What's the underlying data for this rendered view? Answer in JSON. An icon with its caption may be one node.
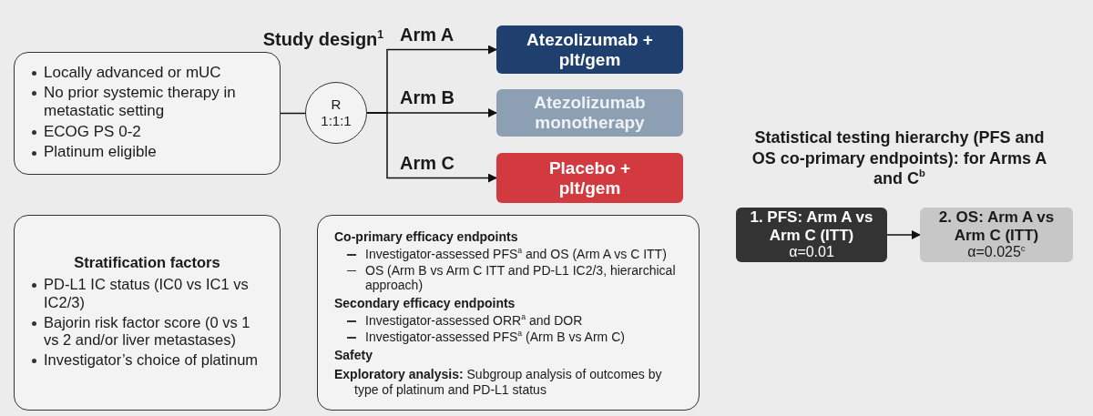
{
  "diagram": {
    "title": "Study design$^{1}$",
    "nodes": [
      {
        "text": [
          "Locally advanced or mUC",
          "No prior systemic therapy in metastatic setting",
          "ECOG PS 0-2",
          "Platinum eligible"
        ]
      },
      {
        "text": [
          "R",
          "1:1:1"
        ]
      },
      {
        "text": [
          "Atezolizumab + plt/gem"
        ]
      },
      {
        "text": [
          "Atezolizumab monotherapy"
        ]
      },
      {
        "text": [
          "Placebo + plt/gem"
        ]
      },
      {
        "text": [
          "Stratification factors",
          "PD-L1 IC status (IC0 vs IC1 vs IC2/3)",
          "Bajorin risk factor score (0 vs 1 vs 2 and/or liver metastases)",
          "Investigator’s choice of platinum"
        ]
      },
      {
        "text": [
          "Co-primary efficacy endpoints",
          "Investigator-assessed PFS$^{a}$ and OS (Arm A vs C ITT)",
          "OS (Arm B vs Arm C ITT and PD-L1 IC2/3, hierarchical approach)",
          "Secondary efficacy endpoints",
          "Investigator-assessed ORR$^{a}$ and DOR",
          "Investigator-assessed PFS$^{a}$ (Arm B vs Arm C)",
          "Safety",
          "**Exploratory analysis:** Subgroup analysis of outcomes by type of platinum and PD-L1 status"
        ]
      },
      {
        "text": [
          "1. PFS: Arm A vs Arm C (ITT)",
          "α=0.01"
        ]
      },
      {
        "text": [
          "2. OS: Arm A vs Arm C (ITT)",
          "α=0.025$^{c}$"
        ]
      }
    ],
    "edges": [
      {
        "from": 0,
        "to": 1,
        "arrow": "none"
      },
      {
        "from": 1,
        "to": 2,
        "arrow": "to",
        "label": "Arm A"
      },
      {
        "from": 1,
        "to": 3,
        "arrow": "to",
        "label": "Arm B"
      },
      {
        "from": 1,
        "to": 4,
        "arrow": "to",
        "label": "Arm C"
      },
      {
        "from": 7,
        "to": 8,
        "arrow": "to"
      }
    ],
    "labels": [
      "Statistical testing hierarchy (PFS and OS co-primary endpoints): for Arms A and C$^{b}$"
    ]
  }
}
